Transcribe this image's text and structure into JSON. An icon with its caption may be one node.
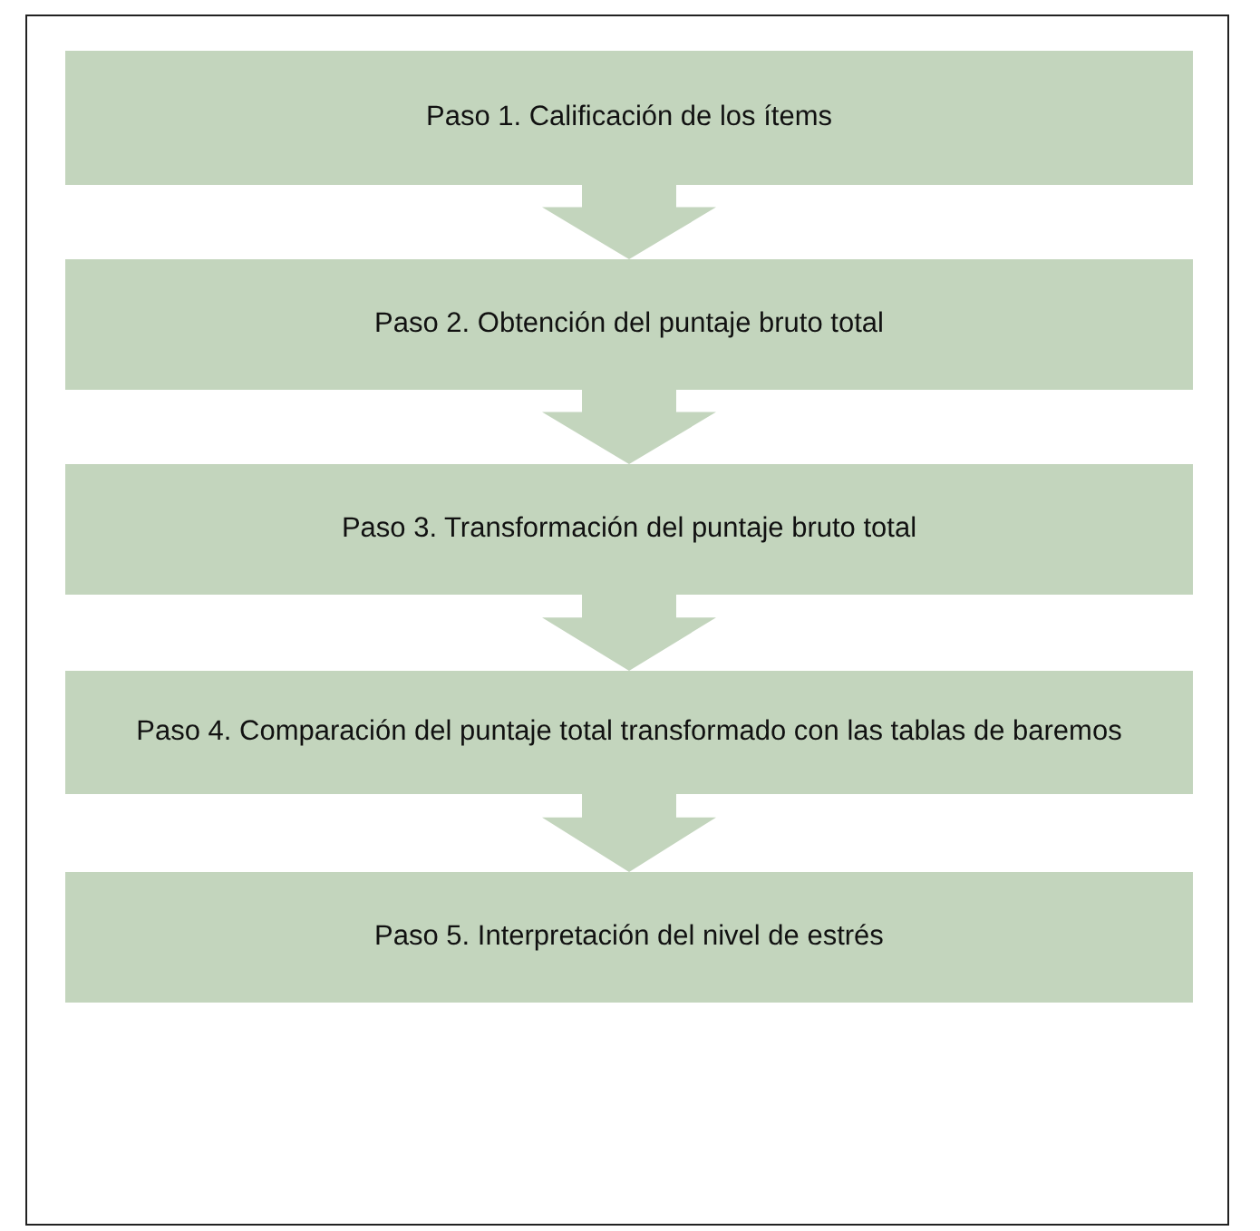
{
  "diagram": {
    "nodes": [
      {
        "text": [
          "Paso 1. Calificación de los ítems"
        ]
      },
      {
        "text": [
          "Paso 2. Obtención del puntaje bruto total"
        ]
      },
      {
        "text": [
          "Paso 3. Transformación del puntaje bruto total"
        ]
      },
      {
        "text": [
          "Paso 4. Comparación del puntaje total transformado con las tablas de baremos"
        ]
      },
      {
        "text": [
          "Paso 5. Interpretación del nivel de estrés"
        ]
      }
    ],
    "edges": [
      {
        "from": 0,
        "to": 1,
        "arrow": "to"
      },
      {
        "from": 1,
        "to": 2,
        "arrow": "to"
      },
      {
        "from": 2,
        "to": 3,
        "arrow": "to"
      },
      {
        "from": 3,
        "to": 4,
        "arrow": "to"
      }
    ]
  }
}
